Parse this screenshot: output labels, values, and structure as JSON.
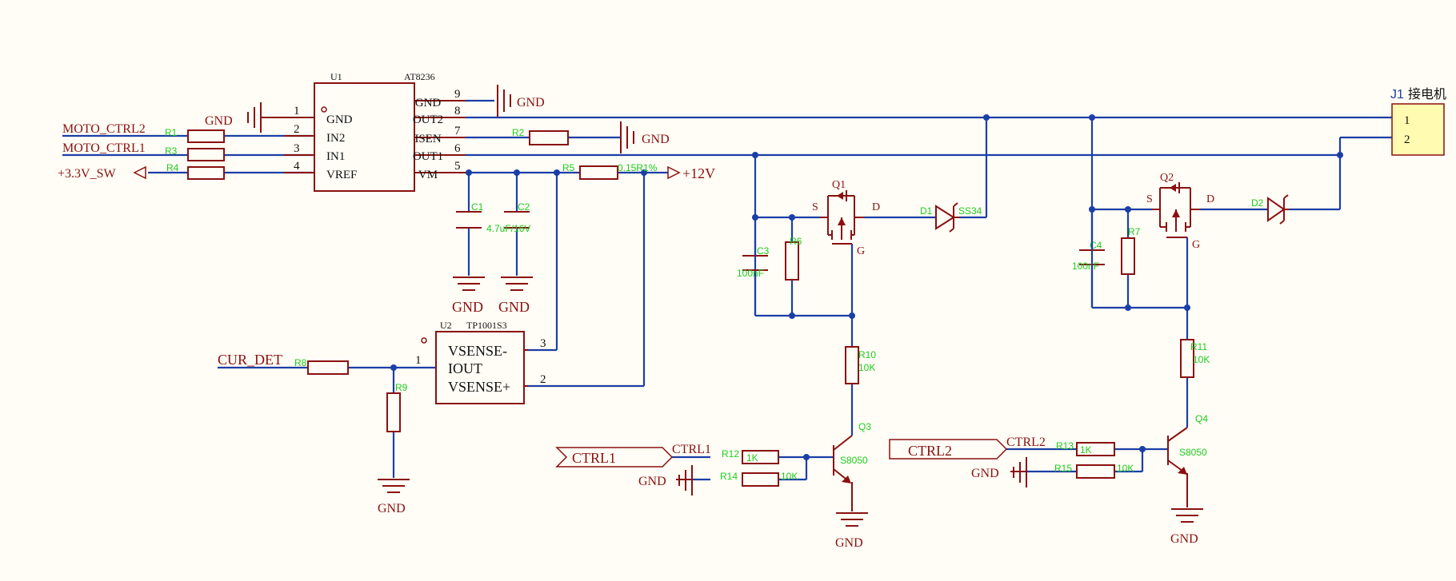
{
  "nets": {
    "moto_ctrl2": "MOTO_CTRL2",
    "moto_ctrl1": "MOTO_CTRL1",
    "v33_sw": "+3.3V_SW",
    "gnd": "GND",
    "v12": "+12V",
    "cur_det": "CUR_DET",
    "ctrl1": "CTRL1",
    "ctrl2": "CTRL2"
  },
  "u1": {
    "designator": "U1",
    "part": "AT8236",
    "left_pins": [
      {
        "num": "1",
        "name": "GND"
      },
      {
        "num": "2",
        "name": "IN2"
      },
      {
        "num": "3",
        "name": "IN1"
      },
      {
        "num": "4",
        "name": "VREF"
      }
    ],
    "right_pins": [
      {
        "num": "9",
        "name": "GND"
      },
      {
        "num": "8",
        "name": "OUT2"
      },
      {
        "num": "7",
        "name": "ISEN"
      },
      {
        "num": "6",
        "name": "OUT1"
      },
      {
        "num": "5",
        "name": "VM"
      }
    ]
  },
  "u2": {
    "designator": "U2",
    "part": "TP1001S3",
    "pins": [
      {
        "num": "3",
        "name": "VSENSE-"
      },
      {
        "num": "1",
        "name": "IOUT"
      },
      {
        "num": "2",
        "name": "VSENSE+"
      }
    ]
  },
  "j1": {
    "designator": "J1",
    "name": "接电机",
    "pins": [
      "1",
      "2"
    ]
  },
  "resistors": {
    "r1": {
      "des": "R1",
      "val": ""
    },
    "r2": {
      "des": "R2",
      "val": ""
    },
    "r3": {
      "des": "R3",
      "val": ""
    },
    "r4": {
      "des": "R4",
      "val": ""
    },
    "r5": {
      "des": "R5",
      "val": "0.15R1%"
    },
    "r6": {
      "des": "R6",
      "val": ""
    },
    "r7": {
      "des": "R7",
      "val": ""
    },
    "r8": {
      "des": "R8",
      "val": ""
    },
    "r9": {
      "des": "R9",
      "val": ""
    },
    "r10": {
      "des": "R10",
      "val": "10K"
    },
    "r11": {
      "des": "R11",
      "val": "10K"
    },
    "r12": {
      "des": "R12",
      "val": "1K"
    },
    "r13": {
      "des": "R13",
      "val": "1K"
    },
    "r14": {
      "des": "R14",
      "val": "10K"
    },
    "r15": {
      "des": "R15",
      "val": "10K"
    }
  },
  "capacitors": {
    "c1": {
      "des": "C1",
      "val": ""
    },
    "c2": {
      "des": "C2",
      "val": "4.7uF/16V"
    },
    "c3": {
      "des": "C3",
      "val": "100nF"
    },
    "c4": {
      "des": "C4",
      "val": "100nF"
    }
  },
  "mosfets": {
    "q1": {
      "des": "Q1",
      "s": "S",
      "d": "D",
      "g": "G"
    },
    "q2": {
      "des": "Q2",
      "s": "S",
      "d": "D",
      "g": "G"
    }
  },
  "diodes": {
    "d1": {
      "des": "D1",
      "val": "SS34"
    },
    "d2": {
      "des": "D2",
      "val": ""
    }
  },
  "transistors": {
    "q3": {
      "des": "Q3",
      "val": "S8050"
    },
    "q4": {
      "des": "Q4",
      "val": "S8050"
    }
  },
  "colors": {
    "wire": "#1b3fa8",
    "component": "#8a1010",
    "designator": "#1ecc1e",
    "background": "#fffdf5"
  }
}
